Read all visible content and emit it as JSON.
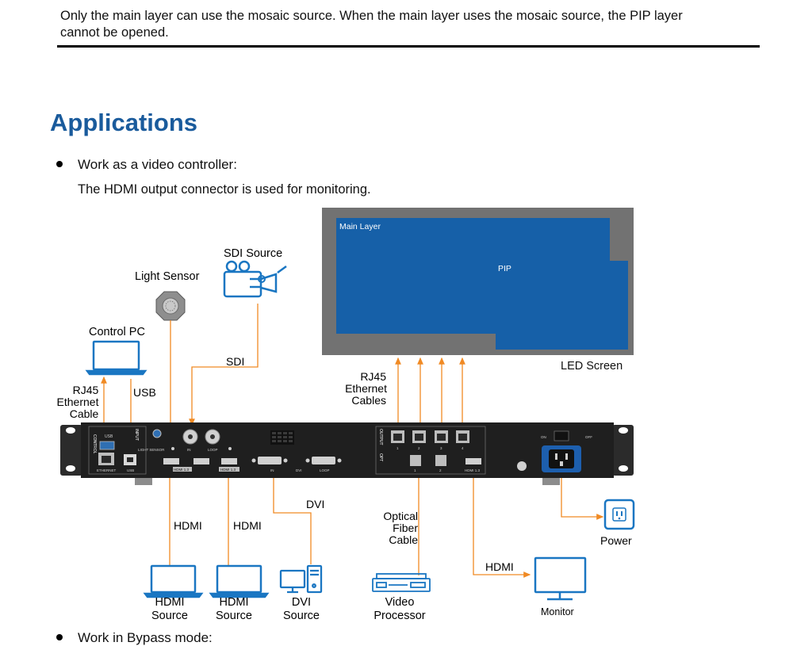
{
  "intro": {
    "line1": "Only the main layer can use the mosaic source. When the main layer uses the mosaic source, the PIP layer",
    "line2": "cannot be opened."
  },
  "heading": "Applications",
  "bullets": [
    {
      "text": "Work as a video controller:"
    },
    {
      "text": "Work in Bypass mode:"
    }
  ],
  "subtext": "The HDMI output connector is used for monitoring.",
  "diagram": {
    "led_screen": {
      "label": "LED Screen",
      "main_layer": "Main Layer",
      "pip": "PIP"
    },
    "labels": {
      "sdi_source": "SDI Source",
      "light_sensor": "Light Sensor",
      "control_pc": "Control PC",
      "sdi": "SDI",
      "rj45_left": [
        "RJ45",
        "Ethernet",
        "Cable"
      ],
      "usb": "USB",
      "rj45_right": [
        "RJ45",
        "Ethernet",
        "Cables"
      ],
      "dvi": "DVI",
      "hdmi_1": "HDMI",
      "hdmi_2": "HDMI",
      "optical": [
        "Optical",
        "Fiber",
        "Cable"
      ],
      "hdmi_out": "HDMI",
      "power": "Power",
      "monitor": "Monitor"
    },
    "sources": [
      {
        "line1": "HDMI",
        "line2": "Source"
      },
      {
        "line1": "HDMI",
        "line2": "Source"
      },
      {
        "line1": "DVI",
        "line2": "Source"
      },
      {
        "line1": "Video",
        "line2": "Processor"
      }
    ],
    "device_panel": {
      "control": "CONTROL",
      "input": "INPUT",
      "output": "OUTPUT",
      "opt": "OPT",
      "ethernet": "ETHERNET",
      "usb": "USB",
      "usb_top": "USB",
      "light_sensor": "LIGHT SENSOR",
      "in": "IN",
      "loop": "LOOP",
      "hdmi13": "HDMI 1.3",
      "dvi_in": "IN",
      "dvi": "DVI",
      "dvi_loop": "LOOP",
      "port_nums": [
        "1",
        "2",
        "3",
        "4"
      ],
      "opt_nums": [
        "1",
        "2"
      ],
      "hdmi_out": "HDMI 1.3",
      "on": "ON",
      "off": "OFF"
    },
    "colors": {
      "arrow": "#f08a24",
      "screen_blue": "#1660a8",
      "screen_gray": "#727272",
      "device": "#1f1f1f",
      "icon_blue": "#1a76c2"
    }
  }
}
